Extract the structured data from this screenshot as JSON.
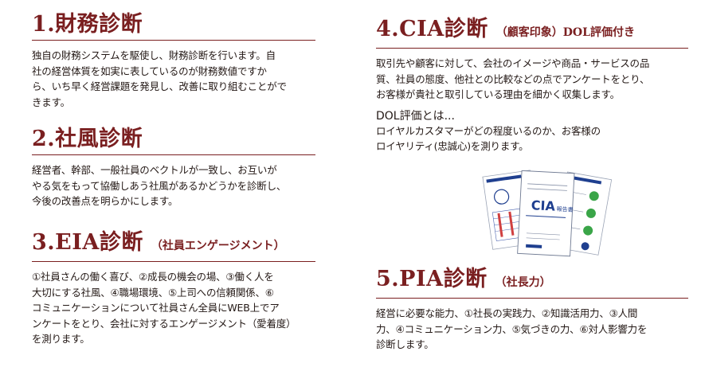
{
  "sections": {
    "s1": {
      "heading": "1.財務診断",
      "lines": [
        "独自の財務システムを駆使し、財務診断を行います。自",
        "社の経営体質を如実に表しているのが財務数値ですか",
        "ら、いち早く経営課題を発見し、改善に取り組むことがで",
        "きます。"
      ]
    },
    "s2": {
      "heading": "2.社風診断",
      "lines": [
        "経営者、幹部、一般社員のベクトルが一致し、お互いが",
        "やる気をもって協働しあう社風があるかどうかを診断し、",
        "今後の改善点を明らかにします。"
      ]
    },
    "s3": {
      "heading": "3.EIA診断",
      "sub": "（社員エンゲージメント）",
      "lines": [
        "①社員さんの働く喜び、②成長の機会の場、③働く人を",
        "大切にする社風、④職場環境、⑤上司への信頼関係、⑥",
        "コミュニケーションについて社員さん全員にWEB上でア",
        "ンケートをとり、会社に対するエンゲージメント（愛着度）",
        "を測ります。"
      ]
    },
    "s4": {
      "heading": "4.CIA診断",
      "sub": "（顧客印象）DOL評価付き",
      "lines": [
        "取引先や顧客に対して、会社のイメージや商品・サービスの品",
        "質、社員の態度、他社との比較などの点でアンケートをとり、",
        "お客様が貴社と取引している理由を細かく収集します。"
      ],
      "dol_title": "DOL評価とは...",
      "dol_lines": [
        "ロイヤルカスタマーがどの程度いるのか、お客様の",
        "ロイヤリティ(忠誠心)を測ります。"
      ]
    },
    "s5": {
      "heading": "5.PIA診断",
      "sub": "（社長力）",
      "lines": [
        "経営に必要な能力、①社長の実践力、②知識活用力、③人間",
        "力、④コミュニケーション力、⑤気づきの力、⑥対人影響力を",
        "診断します。"
      ]
    }
  },
  "report": {
    "cover_title": "CIA",
    "cover_sub": "報告書"
  },
  "colors": {
    "heading": "#7a1f20",
    "text": "#231815",
    "report_blue": "#1f3f8f"
  }
}
